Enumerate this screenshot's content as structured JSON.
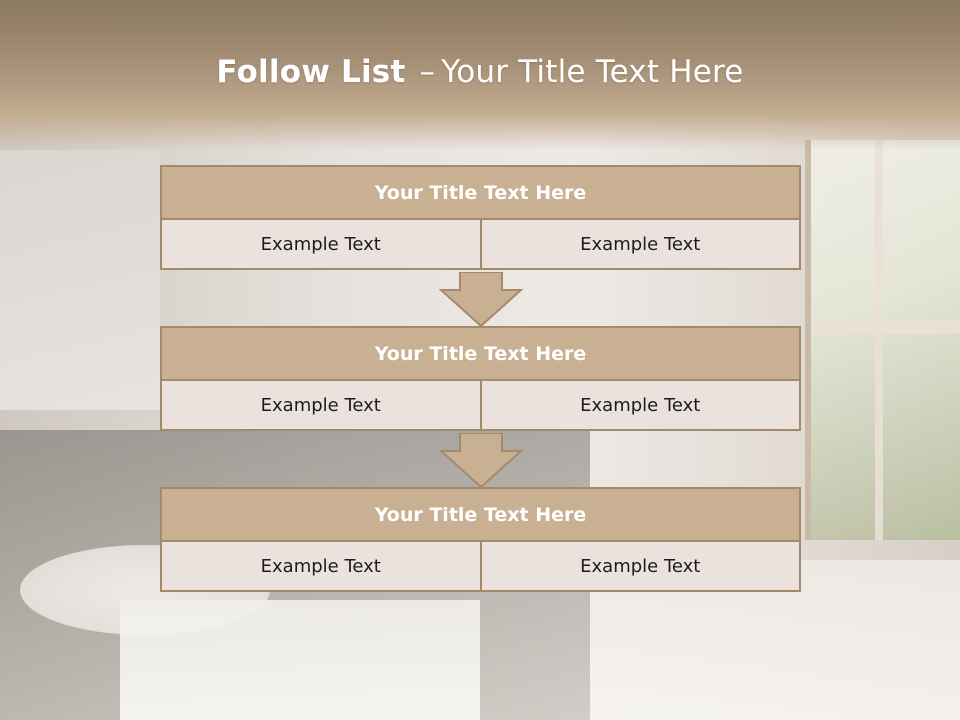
{
  "slide": {
    "title_bold": "Follow List",
    "title_dash": "–",
    "title_rest": "Your Title Text Here"
  },
  "blocks": [
    {
      "title": "Your Title Text Here",
      "left": "Example Text",
      "right": "Example Text"
    },
    {
      "title": "Your Title Text Here",
      "left": "Example Text",
      "right": "Example Text"
    },
    {
      "title": "Your Title Text Here",
      "left": "Example Text",
      "right": "Example Text"
    }
  ],
  "colors": {
    "header_band": "#a89279",
    "block_title_fill": "#c9b092",
    "block_cell_fill": "#ebe2dd",
    "border": "#a38a6c",
    "arrow_fill": "#c9b092"
  },
  "icons": [
    "down-arrow-icon",
    "down-arrow-icon"
  ]
}
